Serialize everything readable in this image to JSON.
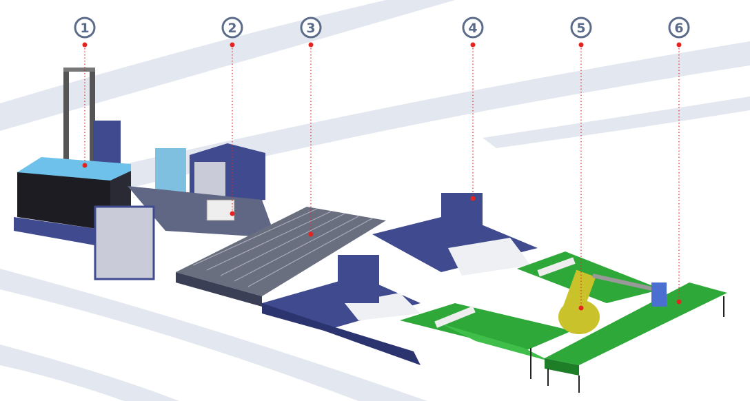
{
  "callouts": [
    {
      "label": "1",
      "target": "loading-station"
    },
    {
      "label": "2",
      "target": "cutting-station"
    },
    {
      "label": "3",
      "target": "buffer-conveyor"
    },
    {
      "label": "4",
      "target": "processing-station"
    },
    {
      "label": "5",
      "target": "robot-arm"
    },
    {
      "label": "6",
      "target": "unloading-table"
    }
  ],
  "colors": {
    "number": "#5b6b8a",
    "marker": "#e52421",
    "machine": "#3f4a8f",
    "conveyor_green": "#2fa83a",
    "robot": "#c9c22a",
    "swoosh": "#e3e7ef"
  }
}
